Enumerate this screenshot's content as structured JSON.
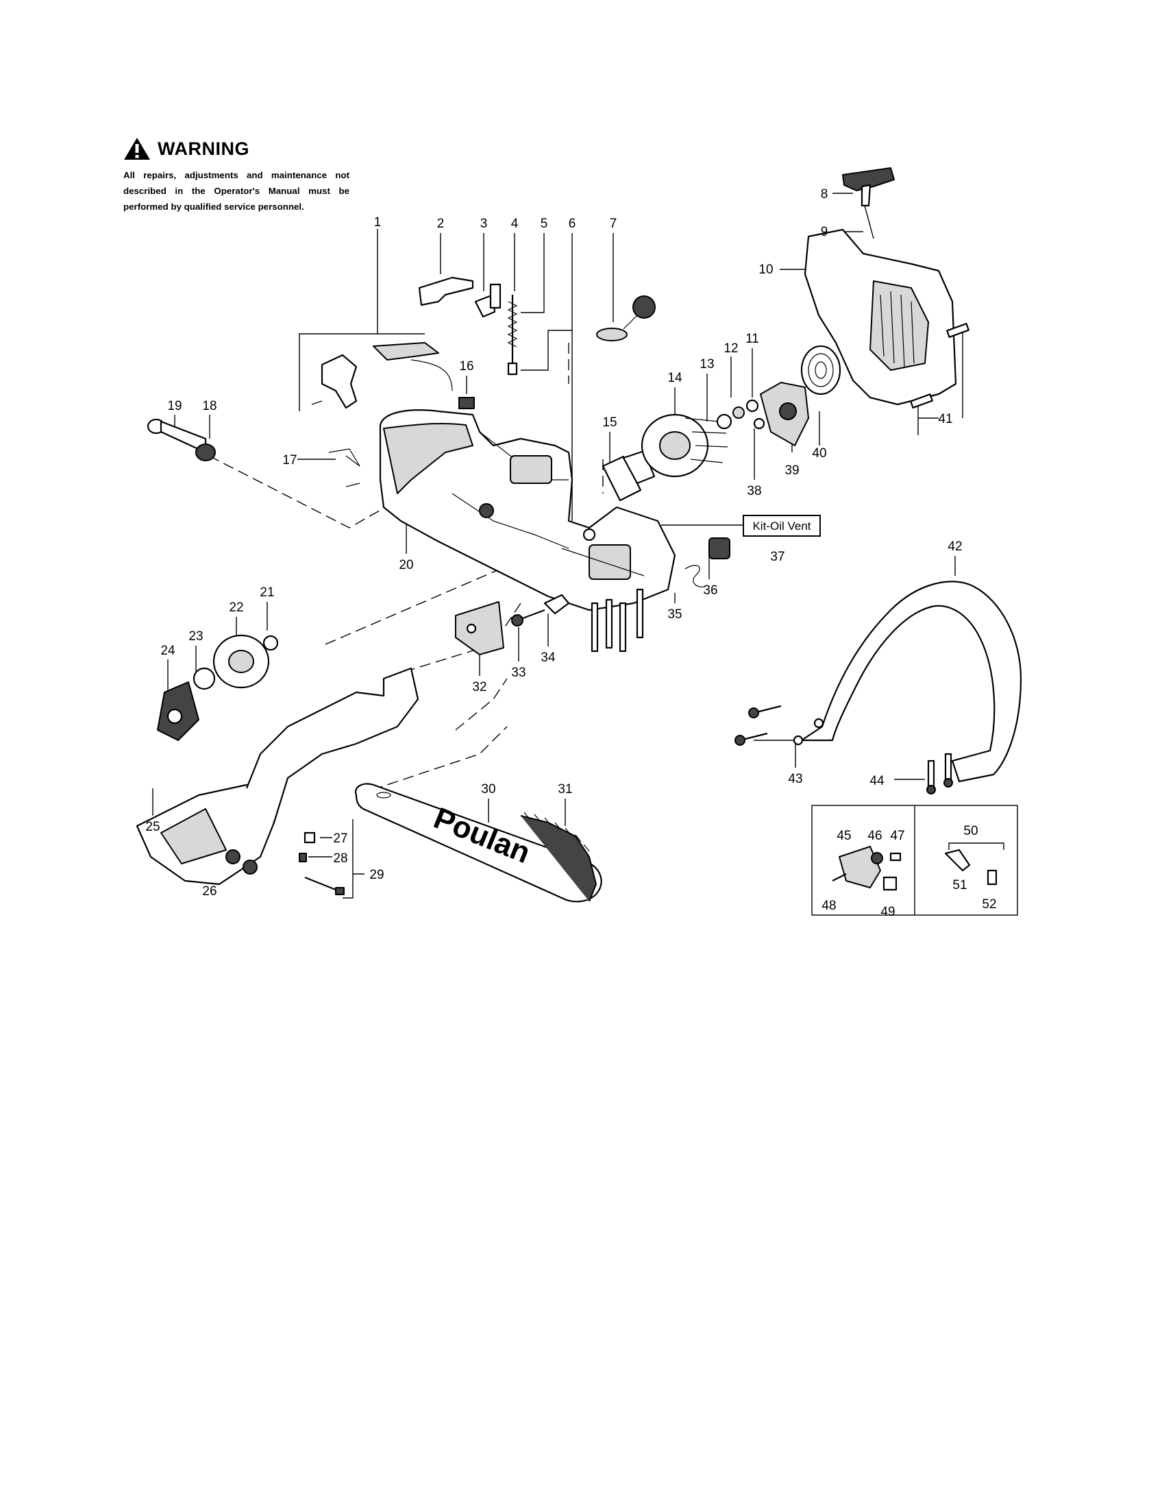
{
  "warning": {
    "title": "WARNING",
    "text": "All repairs, adjustments and maintenance not described in the Operator's Manual must be performed by qualified service personnel."
  },
  "callouts": [
    "1",
    "2",
    "3",
    "4",
    "5",
    "6",
    "7",
    "8",
    "9",
    "10",
    "11",
    "12",
    "13",
    "14",
    "15",
    "16",
    "17",
    "18",
    "19",
    "20",
    "21",
    "22",
    "23",
    "24",
    "25",
    "26",
    "27",
    "28",
    "29",
    "30",
    "31",
    "32",
    "33",
    "34",
    "35",
    "36",
    "37",
    "38",
    "39",
    "40",
    "41",
    "42",
    "43",
    "44",
    "45",
    "46",
    "47",
    "48",
    "49",
    "50",
    "51",
    "52"
  ],
  "kit_label": "Kit-Oil Vent",
  "bar_brand": "Poulan"
}
